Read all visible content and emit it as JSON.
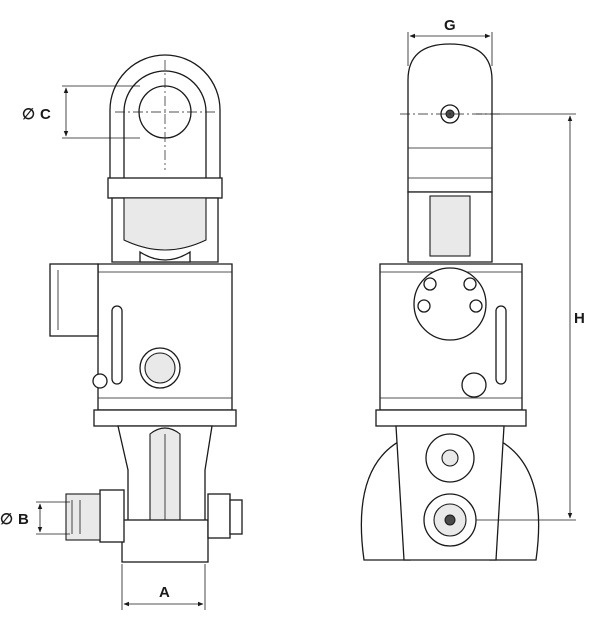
{
  "dimensions": {
    "c": "C",
    "b": "B",
    "a": "A",
    "g": "G",
    "h": "H",
    "diameter_symbol": "∅"
  }
}
